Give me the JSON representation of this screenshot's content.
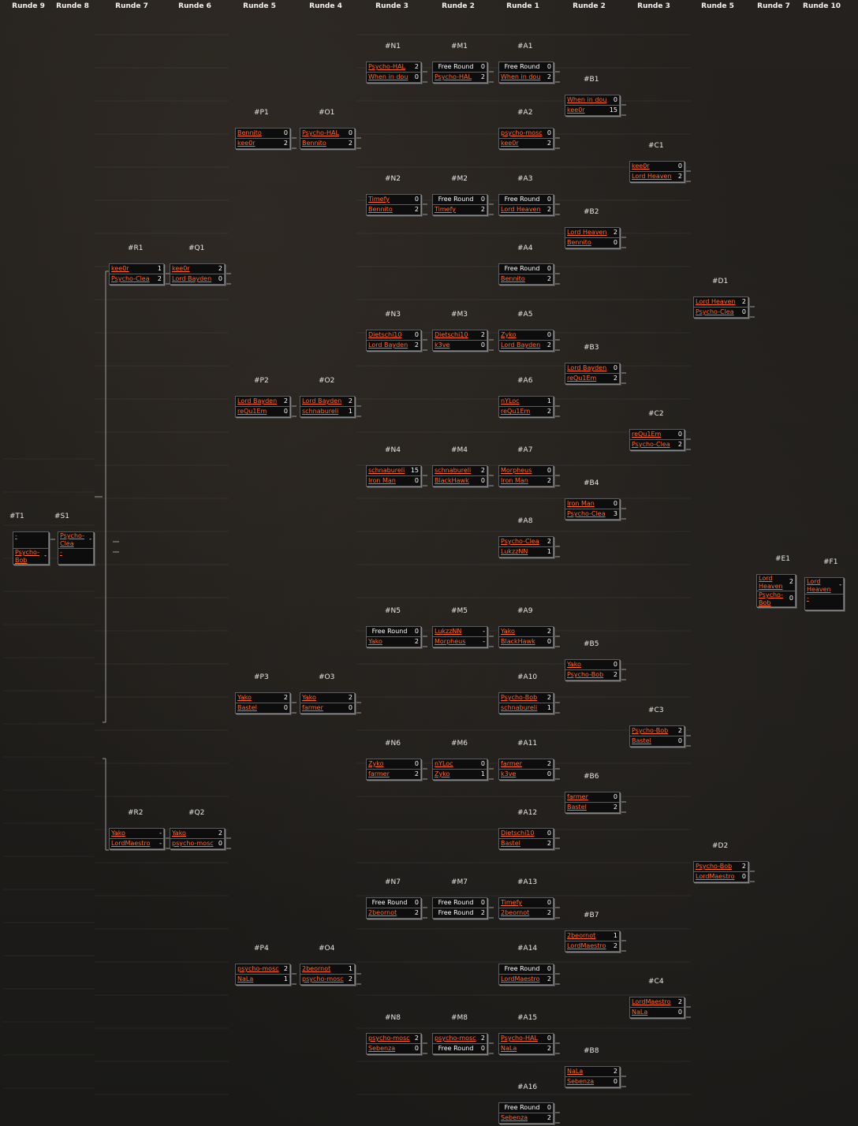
{
  "round_headers": [
    "Runde 9",
    "Runde 8",
    "Runde 7",
    "Runde 6",
    "Runde 5",
    "Runde 4",
    "Runde 3",
    "Runde 2",
    "Runde 1",
    "Runde 2",
    "Runde 3",
    "Runde 5",
    "Runde 7",
    "Runde 10"
  ],
  "matches": [
    {
      "id": "#N1",
      "p1": "Psycho-HAL",
      "s1": "2",
      "p2": "When in dou",
      "s2": "0"
    },
    {
      "id": "#M1",
      "p1": "Free Round",
      "s1": "0",
      "p2": "Psycho-HAL",
      "s2": "2"
    },
    {
      "id": "#A1",
      "p1": "Free Round",
      "s1": "0",
      "p2": "When in dou",
      "s2": "2"
    },
    {
      "id": "#B1",
      "p1": "When in dou",
      "s1": "0",
      "p2": "kee0r",
      "s2": "15"
    },
    {
      "id": "#P1",
      "p1": "Bennito",
      "s1": "0",
      "p2": "kee0r",
      "s2": "2"
    },
    {
      "id": "#O1",
      "p1": "Psycho-HAL",
      "s1": "0",
      "p2": "Bennito",
      "s2": "2"
    },
    {
      "id": "#A2",
      "p1": "psycho-mosc",
      "s1": "0",
      "p2": "kee0r",
      "s2": "2"
    },
    {
      "id": "#C1",
      "p1": "kee0r",
      "s1": "0",
      "p2": "Lord Heaven",
      "s2": "2"
    },
    {
      "id": "#N2",
      "p1": "Timefy",
      "s1": "0",
      "p2": "Bennito",
      "s2": "2"
    },
    {
      "id": "#M2",
      "p1": "Free Round",
      "s1": "0",
      "p2": "Timefy",
      "s2": "2"
    },
    {
      "id": "#A3",
      "p1": "Free Round",
      "s1": "0",
      "p2": "Lord Heaven",
      "s2": "2"
    },
    {
      "id": "#B2",
      "p1": "Lord Heaven",
      "s1": "2",
      "p2": "Bennito",
      "s2": "0"
    },
    {
      "id": "#R1",
      "p1": "kee0r",
      "s1": "1",
      "p2": "Psycho-Clea",
      "s2": "2"
    },
    {
      "id": "#Q1",
      "p1": "kee0r",
      "s1": "2",
      "p2": "Lord Bayden",
      "s2": "0"
    },
    {
      "id": "#A4",
      "p1": "Free Round",
      "s1": "0",
      "p2": "Bennito",
      "s2": "2"
    },
    {
      "id": "#D1",
      "p1": "Lord Heaven",
      "s1": "2",
      "p2": "Psycho-Clea",
      "s2": "0"
    },
    {
      "id": "#N3",
      "p1": "Dietschi10",
      "s1": "0",
      "p2": "Lord Bayden",
      "s2": "2"
    },
    {
      "id": "#M3",
      "p1": "Dietschi10",
      "s1": "2",
      "p2": "k3ve",
      "s2": "0"
    },
    {
      "id": "#A5",
      "p1": "Zyko",
      "s1": "0",
      "p2": "Lord Bayden",
      "s2": "2"
    },
    {
      "id": "#B3",
      "p1": "Lord Bayden",
      "s1": "0",
      "p2": "reQu1Em",
      "s2": "2"
    },
    {
      "id": "#P2",
      "p1": "Lord Bayden",
      "s1": "2",
      "p2": "reQu1Em",
      "s2": "0"
    },
    {
      "id": "#O2",
      "p1": "Lord Bayden",
      "s1": "2",
      "p2": "schnabureli",
      "s2": "1"
    },
    {
      "id": "#A6",
      "p1": "nYLoc",
      "s1": "1",
      "p2": "reQu1Em",
      "s2": "2"
    },
    {
      "id": "#C2",
      "p1": "reQu1Em",
      "s1": "0",
      "p2": "Psycho-Clea",
      "s2": "2"
    },
    {
      "id": "#N4",
      "p1": "schnabureli",
      "s1": "15",
      "p2": "Iron Man",
      "s2": "0"
    },
    {
      "id": "#M4",
      "p1": "schnabureli",
      "s1": "2",
      "p2": "BlackHawk",
      "s2": "0"
    },
    {
      "id": "#A7",
      "p1": "Morpheus",
      "s1": "0",
      "p2": "Iron Man",
      "s2": "2"
    },
    {
      "id": "#B4",
      "p1": "Iron Man",
      "s1": "0",
      "p2": "Psycho-Clea",
      "s2": "3"
    },
    {
      "id": "#A8",
      "p1": "Psycho-Clea",
      "s1": "2",
      "p2": "LukzzNN",
      "s2": "1"
    },
    {
      "id": "#N5",
      "p1": "Free Round",
      "s1": "0",
      "p2": "Yako",
      "s2": "2"
    },
    {
      "id": "#M5",
      "p1": "LukzzNN",
      "s1": "-",
      "p2": "Morpheus",
      "s2": "-"
    },
    {
      "id": "#A9",
      "p1": "Yako",
      "s1": "2",
      "p2": "BlackHawk",
      "s2": "0"
    },
    {
      "id": "#B5",
      "p1": "Yako",
      "s1": "0",
      "p2": "Psycho-Bob",
      "s2": "2"
    },
    {
      "id": "#P3",
      "p1": "Yako",
      "s1": "2",
      "p2": "Bastel",
      "s2": "0"
    },
    {
      "id": "#O3",
      "p1": "Yako",
      "s1": "2",
      "p2": "farmer",
      "s2": "0"
    },
    {
      "id": "#A10",
      "p1": "Psycho-Bob",
      "s1": "2",
      "p2": "schnabureli",
      "s2": "1"
    },
    {
      "id": "#C3",
      "p1": "Psycho-Bob",
      "s1": "2",
      "p2": "Bastel",
      "s2": "0"
    },
    {
      "id": "#N6",
      "p1": "Zyko",
      "s1": "0",
      "p2": "farmer",
      "s2": "2"
    },
    {
      "id": "#M6",
      "p1": "nYLoc",
      "s1": "0",
      "p2": "Zyko",
      "s2": "1"
    },
    {
      "id": "#A11",
      "p1": "farmer",
      "s1": "2",
      "p2": "k3ve",
      "s2": "0"
    },
    {
      "id": "#B6",
      "p1": "farmer",
      "s1": "0",
      "p2": "Bastel",
      "s2": "2"
    },
    {
      "id": "#R2",
      "p1": "Yako",
      "s1": "-",
      "p2": "LordMaestro",
      "s2": "-"
    },
    {
      "id": "#Q2",
      "p1": "Yako",
      "s1": "2",
      "p2": "psycho-mosc",
      "s2": "0"
    },
    {
      "id": "#A12",
      "p1": "Dietschi10",
      "s1": "0",
      "p2": "Bastel",
      "s2": "2"
    },
    {
      "id": "#D2",
      "p1": "Psycho-Bob",
      "s1": "2",
      "p2": "LordMaestro",
      "s2": "0"
    },
    {
      "id": "#N7",
      "p1": "Free Round",
      "s1": "0",
      "p2": "2beornot",
      "s2": "2"
    },
    {
      "id": "#M7",
      "p1": "Free Round",
      "s1": "0",
      "p2": "Free Round",
      "s2": "2"
    },
    {
      "id": "#A13",
      "p1": "Timefy",
      "s1": "0",
      "p2": "2beornot",
      "s2": "2"
    },
    {
      "id": "#B7",
      "p1": "2beornot",
      "s1": "1",
      "p2": "LordMaestro",
      "s2": "2"
    },
    {
      "id": "#P4",
      "p1": "psycho-mosc",
      "s1": "2",
      "p2": "NaLa",
      "s2": "1"
    },
    {
      "id": "#O4",
      "p1": "2beornot",
      "s1": "1",
      "p2": "psycho-mosc",
      "s2": "2"
    },
    {
      "id": "#A14",
      "p1": "Free Round",
      "s1": "0",
      "p2": "LordMaestro",
      "s2": "2"
    },
    {
      "id": "#C4",
      "p1": "LordMaestro",
      "s1": "2",
      "p2": "NaLa",
      "s2": "0"
    },
    {
      "id": "#N8",
      "p1": "psycho-mosc",
      "s1": "2",
      "p2": "Sebenza",
      "s2": "0"
    },
    {
      "id": "#M8",
      "p1": "psycho-mosc",
      "s1": "2",
      "p2": "Free Round",
      "s2": "0"
    },
    {
      "id": "#A15",
      "p1": "Psycho-HAL",
      "s1": "0",
      "p2": "NaLa",
      "s2": "2"
    },
    {
      "id": "#B8",
      "p1": "NaLa",
      "s1": "2",
      "p2": "Sebenza",
      "s2": "0"
    },
    {
      "id": "#A16",
      "p1": "Free Round",
      "s1": "0",
      "p2": "Sebenza",
      "s2": "2"
    },
    {
      "id": "#T1",
      "p1": "-",
      "s1": "",
      "p2": "Psycho-Bob",
      "s2": "-"
    },
    {
      "id": "#S1",
      "p1": "Psycho-Clea",
      "s1": "-",
      "p2": "-",
      "s2": ""
    },
    {
      "id": "#E1",
      "p1": "Lord Heaven",
      "s1": "2",
      "p2": "Psycho-Bob",
      "s2": "0"
    },
    {
      "id": "#F1",
      "p1": "Lord Heaven",
      "s1": "-",
      "p2": "-",
      "s2": ""
    }
  ]
}
